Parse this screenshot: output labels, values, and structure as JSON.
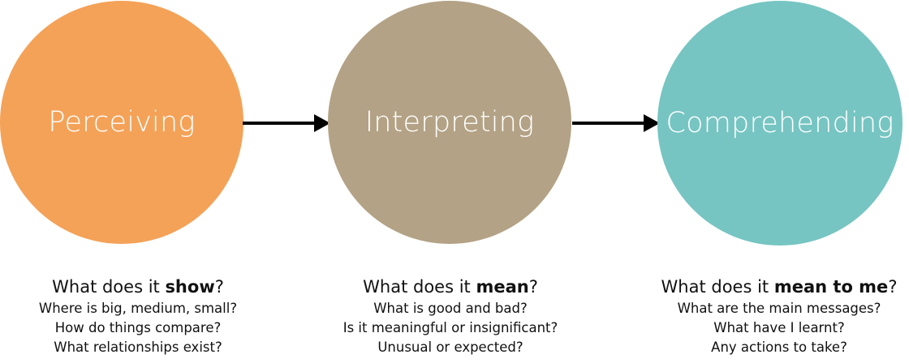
{
  "stages": [
    {
      "circle_label": "Perceiving",
      "circle_color": "#f4a258",
      "question_prefix": "What does it ",
      "question_bold": "show",
      "question_suffix": "?",
      "lines": [
        "Where is big, medium, small?",
        "How do things compare?",
        "What relationships exist?"
      ]
    },
    {
      "circle_label": "Interpreting",
      "circle_color": "#b3a285",
      "question_prefix": "What does it ",
      "question_bold": "mean",
      "question_suffix": "?",
      "lines": [
        "What is good and bad?",
        "Is it meaningful or insignificant?",
        "Unusual or expected?"
      ]
    },
    {
      "circle_label": "Comprehending",
      "circle_color": "#76c5c2",
      "question_prefix": "What does it ",
      "question_bold": "mean to me",
      "question_suffix": "?",
      "lines": [
        "What are the main messages?",
        "What have I learnt?",
        "Any actions to take?"
      ]
    }
  ],
  "arrow_color": "#000000"
}
